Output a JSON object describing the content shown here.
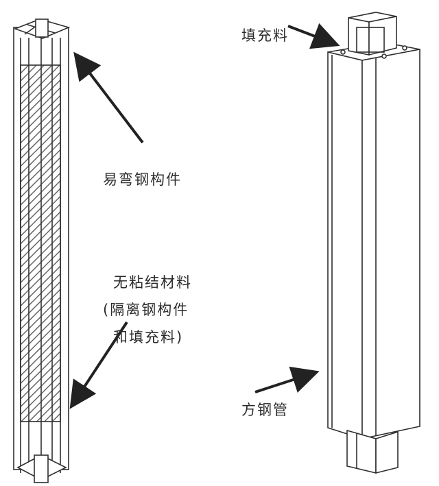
{
  "labels": {
    "buckling_member": "易弯钢构件",
    "unbonded_material_line1": "无粘结材料",
    "unbonded_material_line2": "(隔离钢构件",
    "unbonded_material_line3": "和填充料)",
    "filler": "填充料",
    "square_steel_tube": "方钢管"
  },
  "colors": {
    "line": "#2f2f2f",
    "hatch": "#555555",
    "background": "#ffffff"
  }
}
